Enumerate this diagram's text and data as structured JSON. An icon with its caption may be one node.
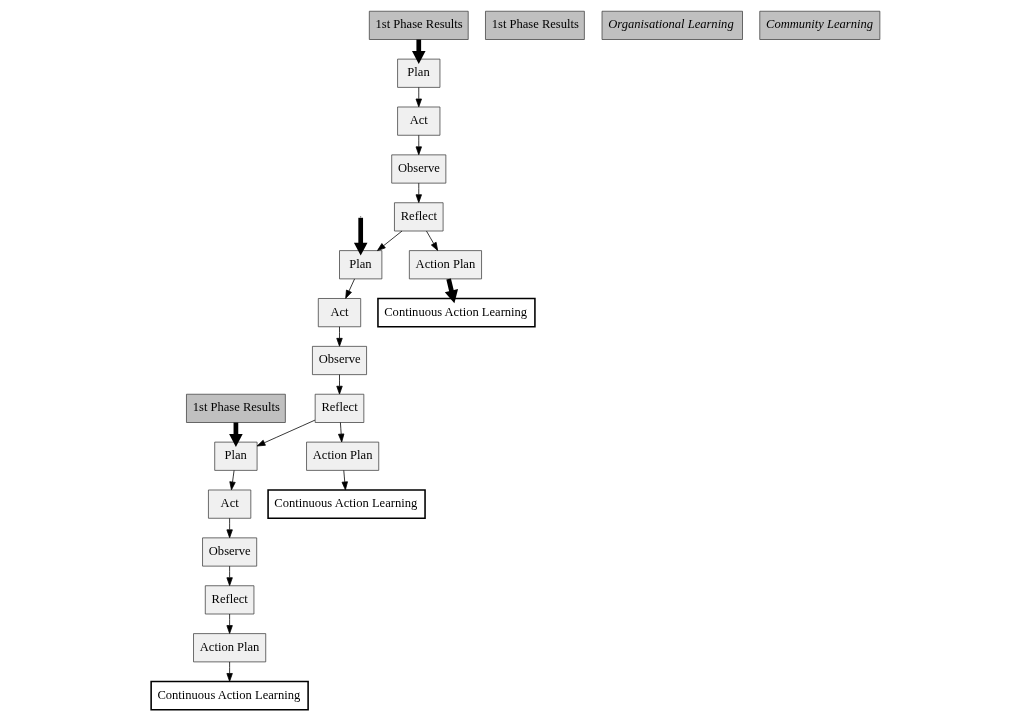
{
  "diagram": {
    "nodes": [
      {
        "text": [
          "1st Phase Results"
        ]
      },
      {
        "text": [
          "Plan"
        ]
      },
      {
        "text": [
          "Reflect"
        ]
      },
      {
        "text": [
          "Act"
        ]
      },
      {
        "text": [
          "Observe"
        ]
      },
      {
        "text": [
          "Action Plan"
        ]
      },
      {
        "text": [
          "Continuous Action Learning"
        ]
      },
      {
        "text": [
          "Plan"
        ]
      },
      {
        "text": [
          "1st Phase Results"
        ]
      },
      {
        "text": [
          "Reflect"
        ]
      },
      {
        "text": [
          "Act"
        ]
      },
      {
        "text": [
          "Observe"
        ]
      },
      {
        "text": [
          "Action Plan"
        ]
      },
      {
        "text": [
          "Continuous Action Learning"
        ]
      },
      {
        "text": [
          "Organisational Learning"
        ]
      },
      {
        "text": [
          "Plan"
        ]
      },
      {
        "text": [
          "Action Plan"
        ]
      },
      {
        "text": [
          "Reflect"
        ]
      },
      {
        "text": [
          "Act"
        ]
      },
      {
        "text": [
          "Continuous Action Learning"
        ]
      },
      {
        "text": [
          "1st Phase Results"
        ]
      },
      {
        "text": [
          "Observe"
        ]
      },
      {
        "text": [
          "Community Learning"
        ]
      }
    ],
    "edges": [
      {
        "from": 0,
        "to": 1,
        "arrow": "to",
        "style": "thick"
      },
      {
        "from": 1,
        "to": 3,
        "arrow": "to"
      },
      {
        "from": 3,
        "to": 4,
        "arrow": "to"
      },
      {
        "from": 4,
        "to": 2,
        "arrow": "to"
      },
      {
        "from": 2,
        "to": 5,
        "arrow": "to"
      },
      {
        "from": 5,
        "to": 6,
        "arrow": "to"
      },
      {
        "from": 9,
        "to": 1,
        "arrow": "to"
      },
      {
        "from": null,
        "to": 7,
        "arrow": "to",
        "style": "thick"
      },
      {
        "from": 7,
        "to": 10,
        "arrow": "to"
      },
      {
        "from": 10,
        "to": 11,
        "arrow": "to"
      },
      {
        "from": 11,
        "to": 9,
        "arrow": "to"
      },
      {
        "from": 9,
        "to": 12,
        "arrow": "to"
      },
      {
        "from": 12,
        "to": 13,
        "arrow": "to"
      },
      {
        "from": 17,
        "to": 7,
        "arrow": "to"
      },
      {
        "from": 20,
        "to": 15,
        "arrow": "to",
        "style": "thick"
      },
      {
        "from": 15,
        "to": 18,
        "arrow": "to"
      },
      {
        "from": 18,
        "to": 21,
        "arrow": "to"
      },
      {
        "from": 21,
        "to": 17,
        "arrow": "to"
      },
      {
        "from": 17,
        "to": 16,
        "arrow": "to"
      },
      {
        "from": 16,
        "to": 19,
        "arrow": "to",
        "style": "thick"
      }
    ]
  }
}
